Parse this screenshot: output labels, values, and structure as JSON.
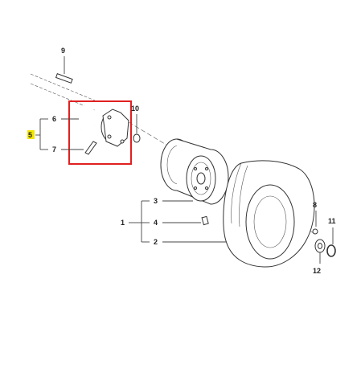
{
  "labels": {
    "p1": "1",
    "p2": "2",
    "p3": "3",
    "p4": "4",
    "p5": "5",
    "p6": "6",
    "p7": "7",
    "p8": "8",
    "p9": "9",
    "p10": "10",
    "p11": "11",
    "p12": "12"
  },
  "colors": {
    "highlight_box": "#e02020",
    "highlight_label": "#f2e500",
    "line": "#444444"
  }
}
